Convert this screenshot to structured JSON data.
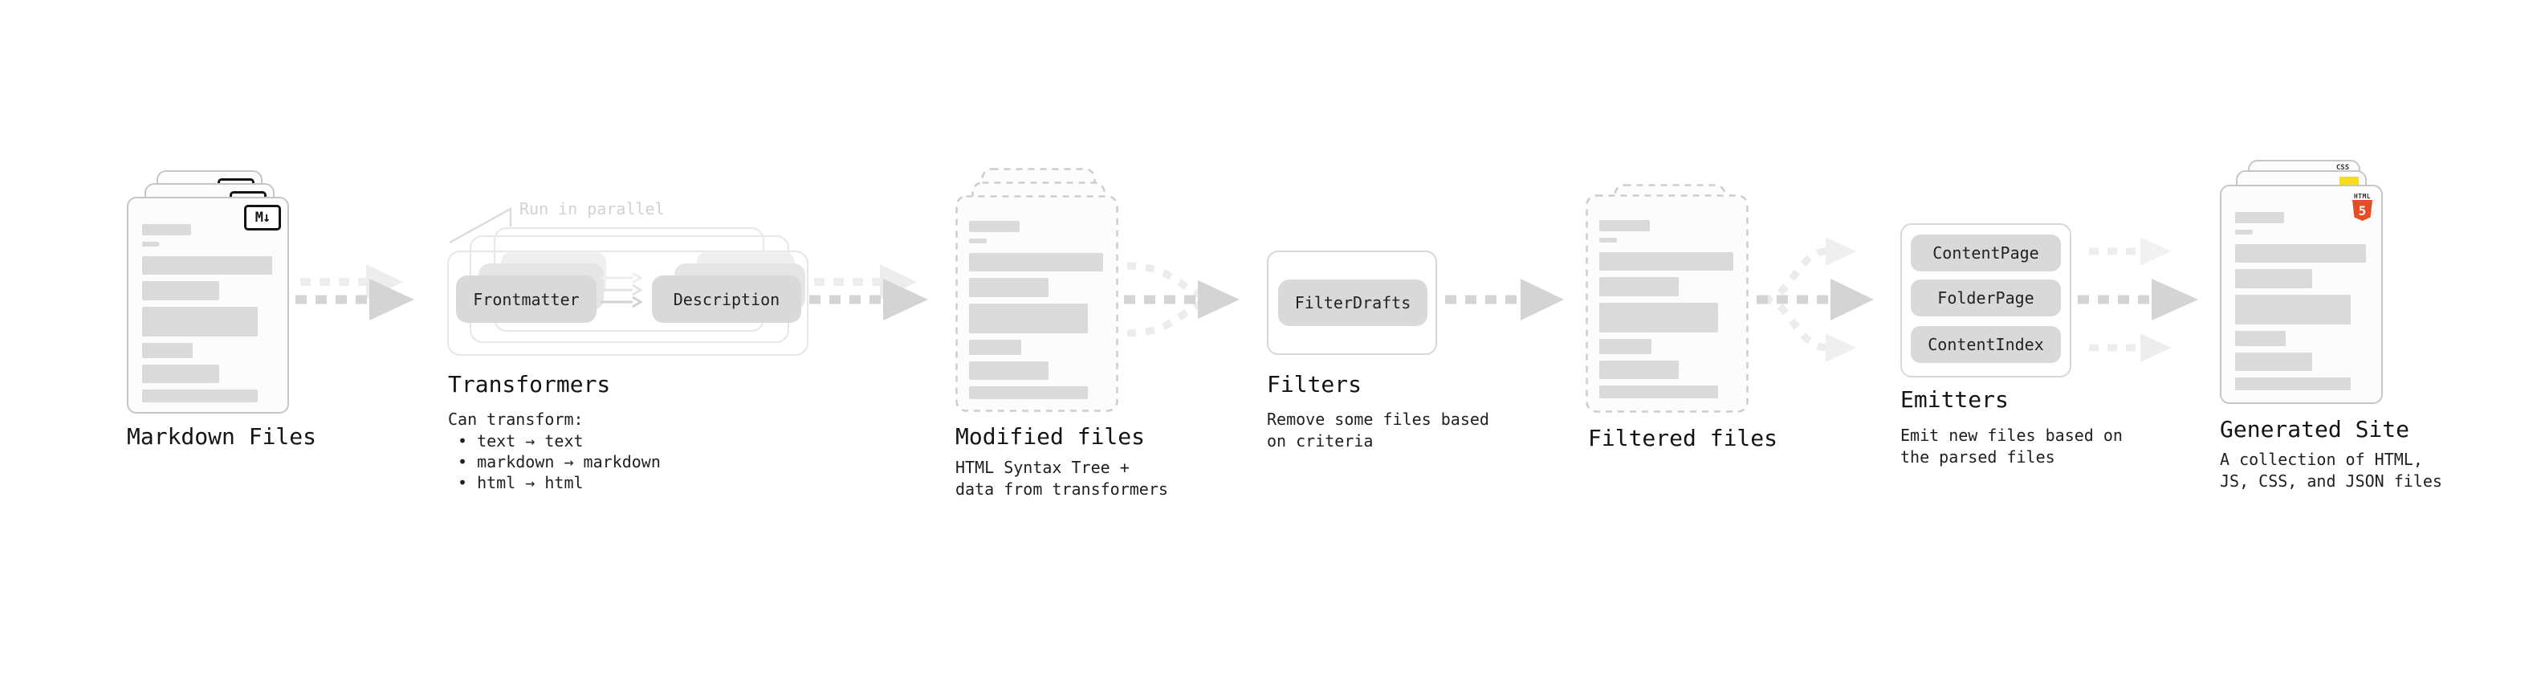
{
  "diagram": {
    "background": "#ffffff",
    "colors": {
      "card_border": "#c6c6c6",
      "card_fill": "#fcfcfc",
      "bar_fill": "#dadada",
      "pill_fill": "#d9d9d9",
      "container_border": "#e7e7e7",
      "box_border": "#d8d8d8",
      "arrow_dark": "#d4d4d4",
      "arrow_light": "#ededed",
      "title_text": "#141414",
      "body_text": "#1f1f1f",
      "faint_text": "#d2d2d2",
      "html5_orange": "#e44d26",
      "js_yellow": "#f5de19",
      "css_blue": "#2962ff"
    },
    "stages": {
      "markdown_files": {
        "title": "Markdown Files",
        "badge": "M↓"
      },
      "transformers": {
        "title": "Transformers",
        "parallel_label": "Run in parallel",
        "pills": [
          "Frontmatter",
          "Description"
        ],
        "note_heading": "Can transform:",
        "note_items": [
          "text → text",
          "markdown → markdown",
          "html → html"
        ]
      },
      "modified_files": {
        "title": "Modified files",
        "subtitle_lines": [
          "HTML Syntax Tree +",
          "data from transformers"
        ]
      },
      "filters": {
        "title": "Filters",
        "pills": [
          "FilterDrafts"
        ],
        "subtitle_lines": [
          "Remove some files based",
          "on criteria"
        ]
      },
      "filtered_files": {
        "title": "Filtered files"
      },
      "emitters": {
        "title": "Emitters",
        "pills": [
          "ContentPage",
          "FolderPage",
          "ContentIndex"
        ],
        "subtitle_lines": [
          "Emit new files based on",
          "the parsed files"
        ]
      },
      "generated_site": {
        "title": "Generated Site",
        "subtitle_lines": [
          "A collection of HTML,",
          "JS, CSS, and JSON files"
        ],
        "badges": {
          "html_label": "HTML",
          "html_number": "5",
          "css_label": "CSS"
        }
      }
    }
  }
}
